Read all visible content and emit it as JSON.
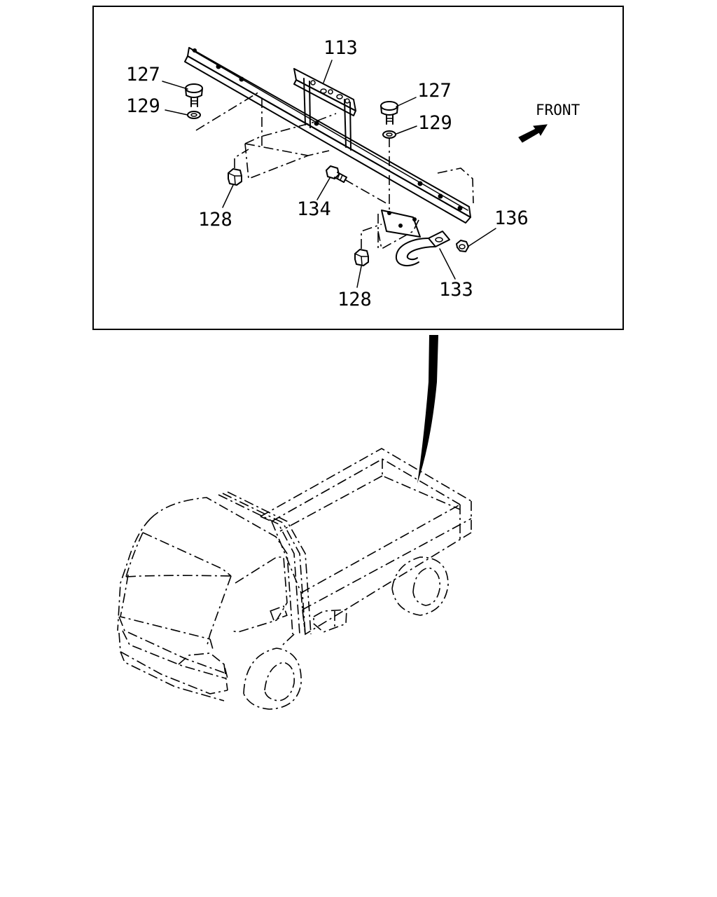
{
  "diagram": {
    "direction_label": "FRONT",
    "callouts": {
      "bracket": "113",
      "bolt_left": "127",
      "bolt_right": "127",
      "washer_left": "129",
      "washer_right": "129",
      "nut_left": "128",
      "nut_bottom": "128",
      "bolt_134": "134",
      "nut_136": "136",
      "hook": "133"
    }
  }
}
